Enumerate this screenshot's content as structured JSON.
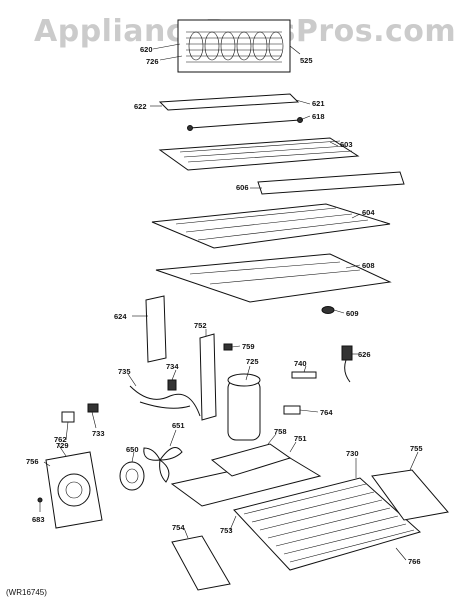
{
  "watermark": "AppliancePartsPros.com",
  "reference": "(WR16745)",
  "labels": {
    "l620": "620",
    "l726": "726",
    "l525": "525",
    "l622": "622",
    "l621": "621",
    "l618": "618",
    "l603": "603",
    "l606": "606",
    "l604": "604",
    "l608": "608",
    "l609": "609",
    "l624": "624",
    "l752": "752",
    "l759": "759",
    "l725": "725",
    "l740": "740",
    "l626": "626",
    "l735": "735",
    "l734": "734",
    "l764": "764",
    "l729": "729",
    "l733": "733",
    "l651": "651",
    "l758": "758",
    "l751": "751",
    "l755": "755",
    "l730": "730",
    "l756": "756",
    "l762": "762",
    "l650": "650",
    "l683": "683",
    "l754": "754",
    "l753": "753",
    "l766": "766"
  }
}
